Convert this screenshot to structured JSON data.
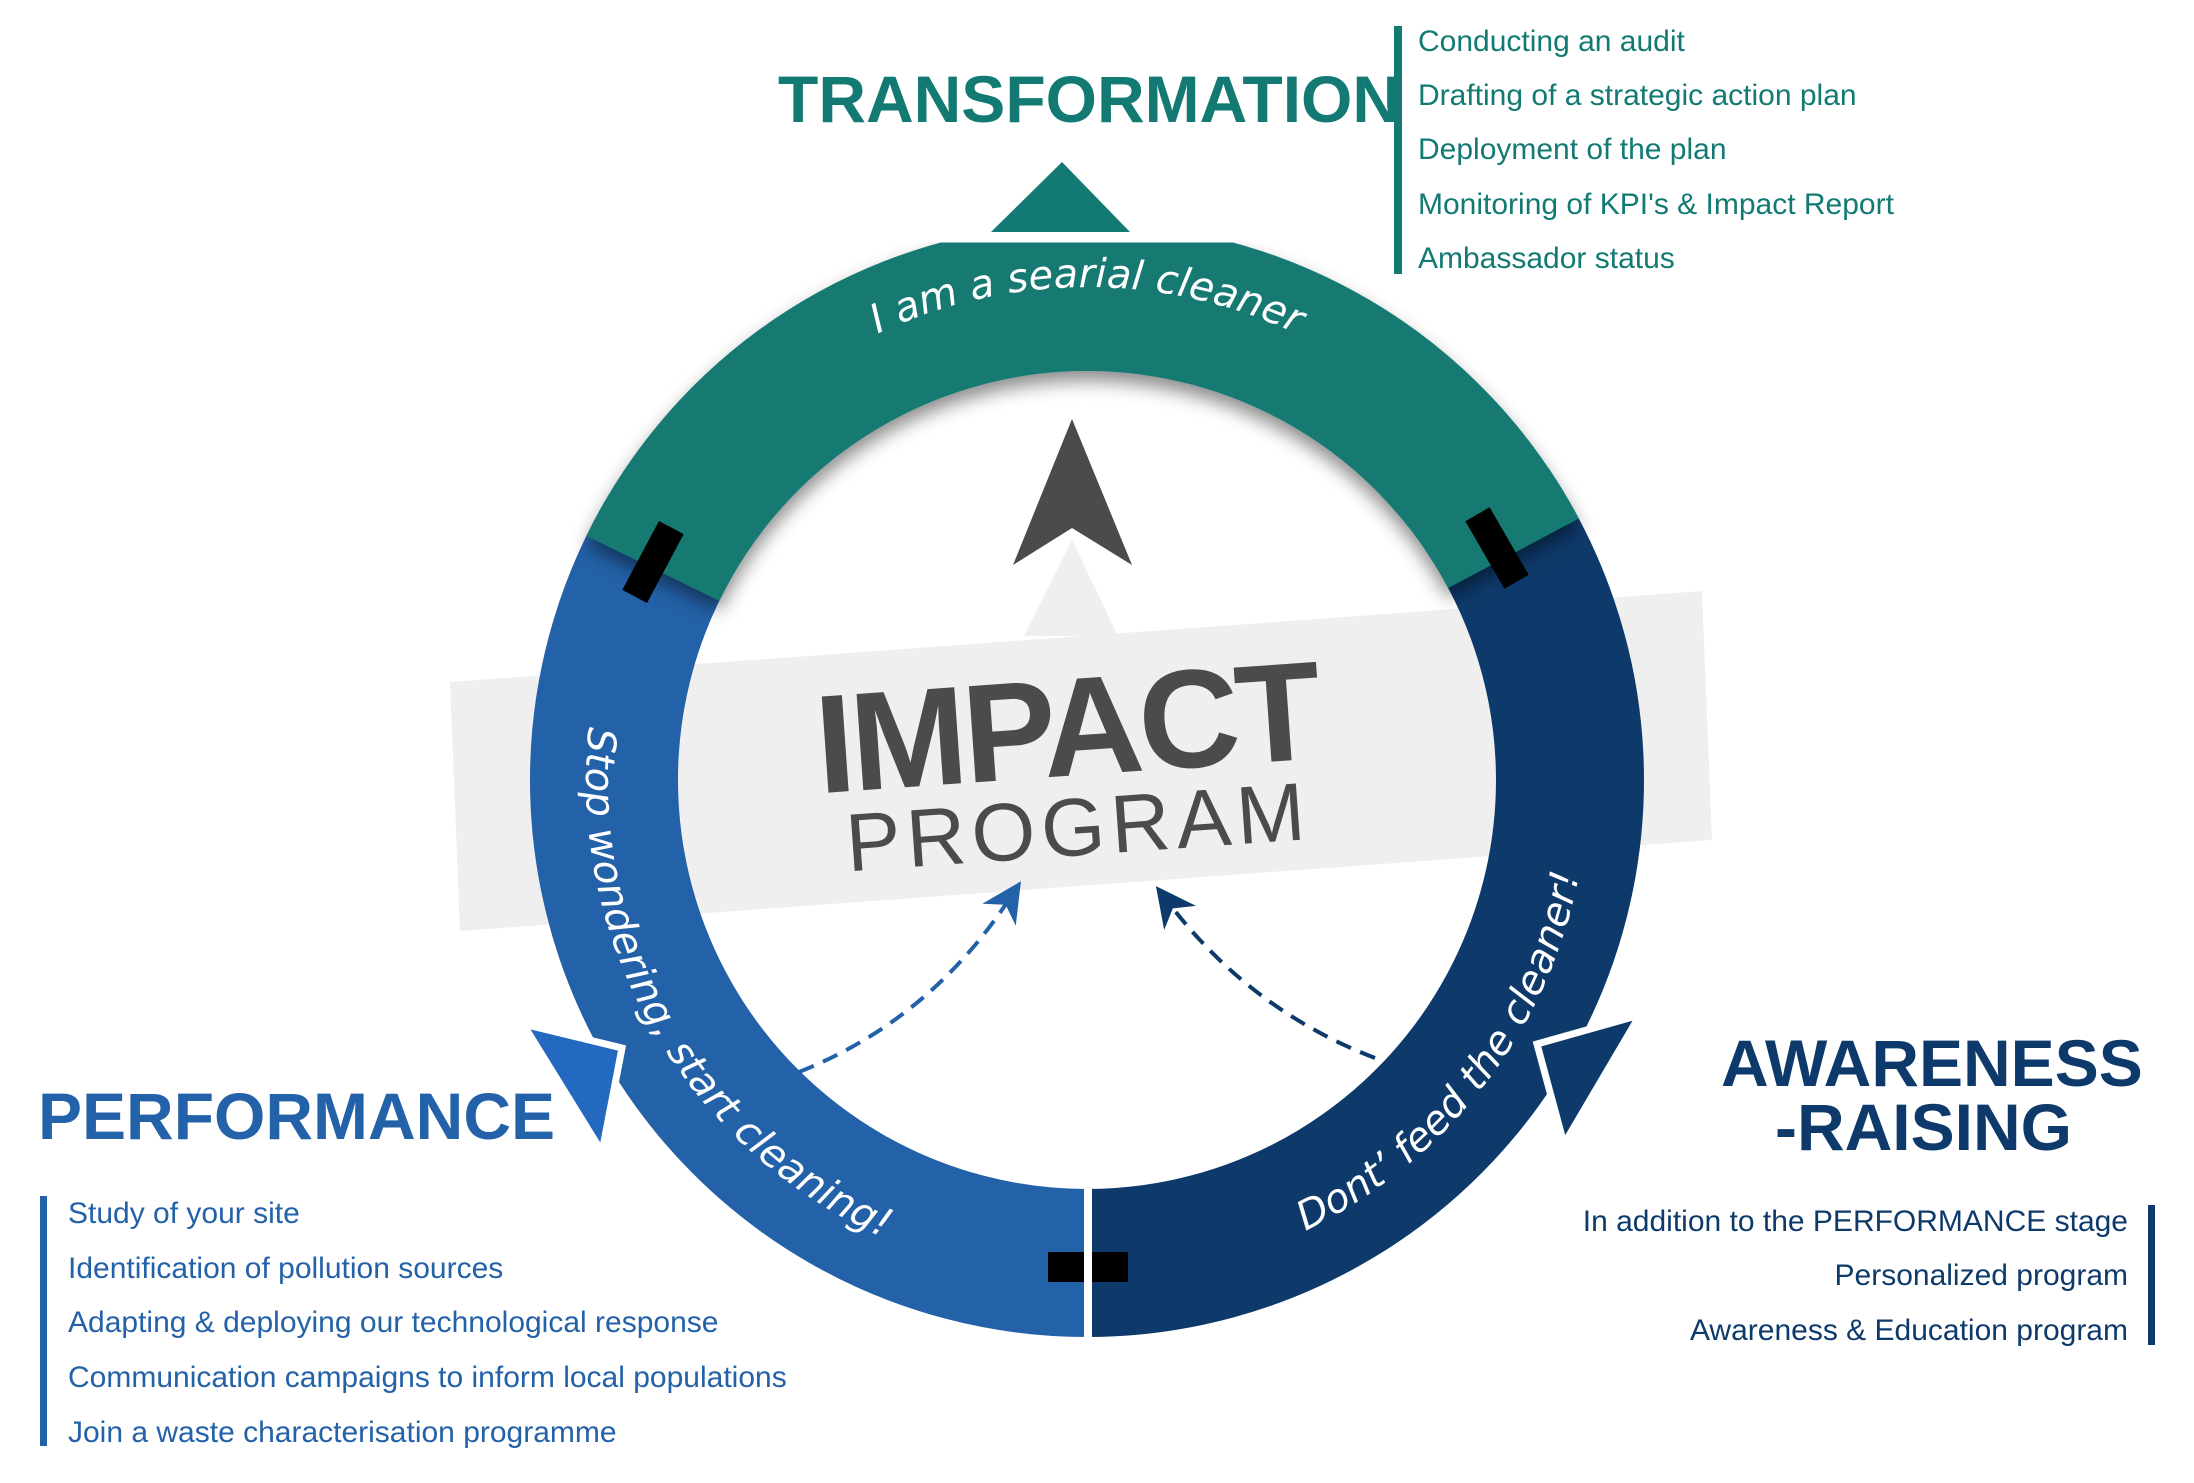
{
  "colors": {
    "teal": "#127a73",
    "blue": "#2361a8",
    "navy": "#0e3a6b",
    "grey": "#4a4b4d",
    "banner": "#efefef"
  },
  "center": {
    "title": "IMPACT",
    "subtitle": "PROGRAM"
  },
  "transformation": {
    "title": "TRANSFORMATION",
    "band_text": "I am a searial cleaner",
    "items": [
      "Conducting an audit",
      "Drafting of a strategic action plan",
      "Deployment of the plan",
      "Monitoring of KPI's & Impact Report",
      "Ambassador status"
    ]
  },
  "performance": {
    "title": "PERFORMANCE",
    "band_text": "Stop wondering, start cleaning!",
    "items": [
      "Study of your site",
      "Identification of pollution sources",
      "Adapting & deploying our technological response",
      "Communication campaigns to inform local populations",
      "Join a waste characterisation programme"
    ]
  },
  "awareness": {
    "title_line1": "AWARENESS",
    "title_line2": "-RAISING",
    "band_text": "Dont’ feed the cleaner!",
    "items": [
      "In addition to the PERFORMANCE stage",
      "Personalized program",
      "Awareness & Education program"
    ]
  }
}
